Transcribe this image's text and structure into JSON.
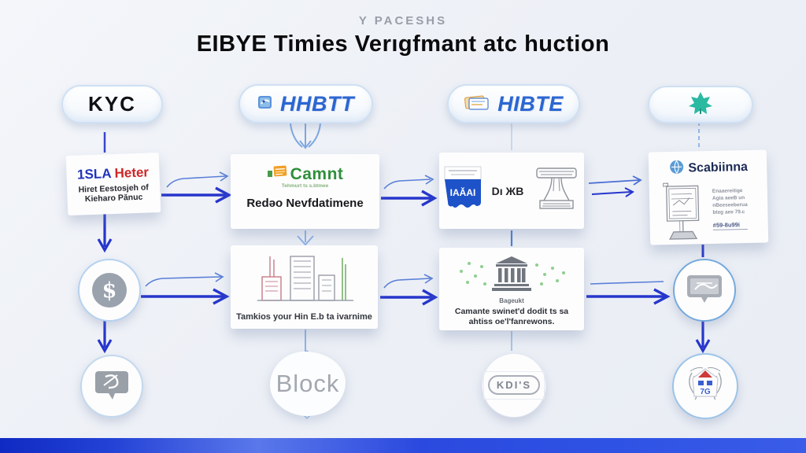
{
  "header": {
    "eyebrow": "Y PACESHS",
    "title": "EIBYE Timies Verıgfmant atc huction"
  },
  "pills": [
    {
      "label": "KYC"
    },
    {
      "label": "HHBTT"
    },
    {
      "label": "HIBTE"
    },
    {
      "label": ""
    }
  ],
  "row1": {
    "card1": {
      "brand_blue": "1SLA",
      "brand_red": "Heter",
      "sub1": "Hiret Eestosjeh of",
      "sub2": "Kieharo Pănuc"
    },
    "card2": {
      "brand": "Camnt",
      "brand_sub": "Tehmurt ts s.btmee",
      "label": "Redǝo Nevfdatimene"
    },
    "card3": {
      "logo": "IAĂAI",
      "text": "Dı ЖB"
    },
    "card4": {
      "brand": "Scabiinna",
      "notes": [
        "Enaaereitige",
        "Agia aeeB un",
        "nBeeseeberua",
        "bteg aee 79.c"
      ],
      "note_bold": "#59-8u99i"
    }
  },
  "row2": {
    "dollar": "$",
    "card2": {
      "caption": "Tamkios your Hin E.b ta ivarnime"
    },
    "card3": {
      "icon_label": "Bageukt",
      "caption1": "Camante swinet'd dodit ts sa",
      "caption2": "ahtiss oe'l'fanrewons."
    }
  },
  "row3": {
    "block": "Block",
    "badge": "KDI'S",
    "crest": "7G"
  },
  "colors": {
    "accent_blue": "#2636cc",
    "light_blue": "#8fb4e8",
    "brand_green": "#2f8f3c",
    "brand_red": "#cf2626",
    "teal_leaf": "#2bb9a2",
    "bottom_bar_blue": "#2443d6"
  }
}
